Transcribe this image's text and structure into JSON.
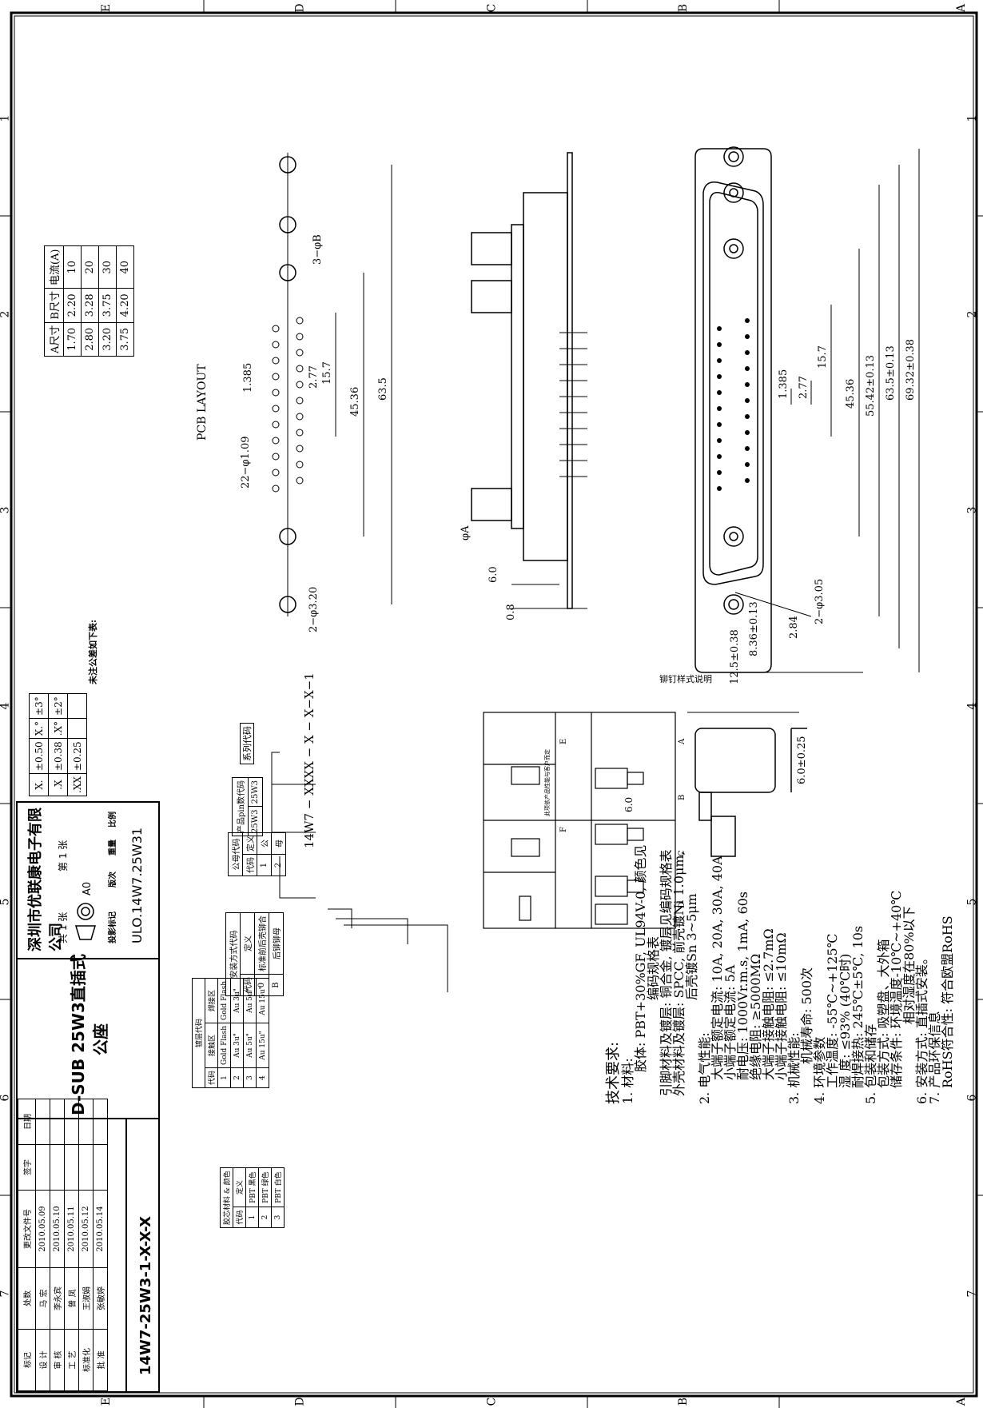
{
  "zones": {
    "cols": [
      "A",
      "B",
      "C",
      "D",
      "E"
    ],
    "rows": [
      "1",
      "2",
      "3",
      "4",
      "5",
      "6",
      "7"
    ]
  },
  "tech": {
    "title": "技术要求:",
    "lines": [
      "1. 材料:",
      "胶体:  PBT+30%GF, UL94V-0, 颜色见",
      "编码规格表",
      "引脚材料及镀层: 铜合金, 镀层见编码规格表",
      "外壳材料及镀层: SPCC, 前壳镀Ni 1.0μm,",
      "后壳镀Sn 3~5μm",
      "2. 电气性能:",
      "大端子额定电流: 10A, 20A, 30A, 40A",
      "小端子额定电流: 5A",
      "耐电压: 1000Vr.m.s, 1mA, 60s",
      "绝缘电阻: ≥5000MΩ",
      "大端子接触电阻: ≤2.7mΩ",
      "小端子接触电阻: ≤10mΩ",
      "3. 机械性能:",
      "机械寿命: 500次",
      "4. 环境参数",
      "工作温度: -55℃~+125℃",
      "湿  度: ≤93% (40℃时)",
      "耐焊接热: 245℃±5℃, 10s",
      "5. 包装和储存",
      "包装方式: 吸塑盘、大外箱",
      "储存条件: 环境温度-10℃~+40℃",
      "相对湿度在80%以下",
      "6. 安装方式: 直插式安装。",
      "7. 产品环保信息",
      "RoHS符合性: 符合欧盟RoHS"
    ]
  },
  "dims": {
    "front": [
      "69.32±0.38",
      "63.5±0.13",
      "55.42±0.13",
      "45.36",
      "15.7",
      "2.77",
      "1.385",
      "2−φ3.05",
      "2.84",
      "8.36±0.13",
      "12.5±0.38"
    ],
    "side": [
      "φA",
      "6.0",
      "0.8"
    ],
    "pcb": [
      "63.5",
      "45.36",
      "15.7",
      "2.77",
      "1.385",
      "3−φB",
      "22−φ1.09",
      "2−φ3.20"
    ],
    "pcb_label": "PCB LAYOUT",
    "right_angle": "6.0±0.25",
    "rivet": "6.0"
  },
  "size_table": {
    "headers": [
      "A尺寸",
      "B尺寸",
      "电流(A)"
    ],
    "rows": [
      [
        "1.70",
        "2.20",
        "10"
      ],
      [
        "2.80",
        "3.28",
        "20"
      ],
      [
        "3.20",
        "3.75",
        "30"
      ],
      [
        "3.75",
        "4.20",
        "40"
      ]
    ]
  },
  "tolerance": {
    "title": "未注公差如下表:",
    "rows": [
      [
        "X.",
        "±0.50",
        "X.°",
        "±3°"
      ],
      [
        ".X",
        "±0.38",
        ".X°",
        "±2°"
      ],
      [
        ".XX",
        "±0.25",
        "",
        ""
      ]
    ]
  },
  "rivet": {
    "title": "铆钉样式说明",
    "cells": [
      "A",
      "B",
      "C",
      "D",
      "E",
      "F"
    ],
    "note": "此项依产品性能与客户而定"
  },
  "part_code": {
    "code": "14W7 − XXXX − X − X−X−1",
    "series": "系列代码",
    "pin_title": "产品pin数代码",
    "pin_rows": [
      [
        "25W3",
        "25W3"
      ]
    ],
    "gender_title": "公母代码",
    "gender_head": [
      "代码",
      "定义"
    ],
    "gender_rows": [
      [
        "1",
        "公"
      ],
      [
        "2",
        "母"
      ]
    ],
    "mount_title": "安装方式代码",
    "mount_head": [
      "代码",
      "定义"
    ],
    "mount_rows": [
      [
        "0",
        "标准前后壳铆合"
      ],
      [
        "B",
        "后铆铆母"
      ]
    ],
    "plating_title": "镀层代码",
    "plating_head": [
      "代码",
      "接触区",
      "焊接区"
    ],
    "plating_rows": [
      [
        "1",
        "Gold Flash",
        "Gold Flash"
      ],
      [
        "2",
        "Au 3u\"",
        "Au 3u\""
      ],
      [
        "3",
        "Au 5u\"",
        "Au 5u\""
      ],
      [
        "4",
        "Au 15u\"",
        "Au 15u\""
      ]
    ],
    "plastic_title": "胶芯材料 & 颜色",
    "plastic_head": [
      "代码",
      "定义"
    ],
    "plastic_rows": [
      [
        "1",
        "PBT 黑色"
      ],
      [
        "2",
        "PBT 绿色"
      ],
      [
        "3",
        "PBT 白色"
      ]
    ]
  },
  "title_block": {
    "rev_head": [
      "标记",
      "处数",
      "更改文件号",
      "签字",
      "日期"
    ],
    "people": [
      [
        "设 计",
        "马 宏",
        "2010.05.09"
      ],
      [
        "审 核",
        "李永宾",
        "2010.05.10"
      ],
      [
        "工 艺",
        "曾 凤",
        "2010.05.11"
      ],
      [
        "标准化",
        "王淑娟",
        "2010.05.12"
      ],
      [
        "批 准",
        "张敏婷",
        "2010.05.14"
      ]
    ],
    "product_title": "D-SUB 25W3直插式",
    "product_sub": "公座",
    "part_no": "14W7-25W3-1-X-X-X",
    "drawing_no": "ULO.14W7.25W31",
    "mark_head": [
      "投影标记",
      "版次",
      "重量",
      "比例"
    ],
    "version": "A0",
    "sheets_total": "共 1 张",
    "sheet_no": "第 1 张",
    "company": "深圳市优联康电子有限公司"
  }
}
